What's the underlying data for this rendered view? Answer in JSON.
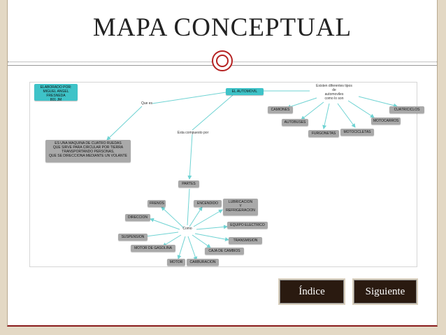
{
  "slide": {
    "title": "MAPA CONCEPTUAL"
  },
  "map": {
    "nodes": {
      "author": "ELABORADO POR:\nMIGUEL ANGEL FRESNEDA\n801 JM",
      "main": "EL AUTOMOVIL",
      "definition": "ES UNA MAQUINA DE CUATRO RUEDAS\nQUE SIRVE PARA CIRCULAR POR TIERRA\nTRANSPORTANDO PERSONAS,\nQUE SE DIRECCIONA MEDIANTE UN VOLANTE",
      "partes": "PARTES",
      "camiones": "CAMIONES",
      "autobuses": "AUTOBUSES",
      "furgonetas": "FURGONETAS",
      "motocicletas": "MOTOCICLETAS",
      "motocarros": "MOTOCARROS",
      "cuatriciclos": "CUATRICICLOS",
      "frenos": "FRENOS",
      "encendido": "ENCENDIDO",
      "lubricacion": "LUBRICACION\nY\nREFRIGERACION",
      "direccion": "DIRECCION",
      "equipo": "EQUIPO ELECTRICO",
      "suspension": "SUSPENSION",
      "transmision": "TRANSMISION",
      "motor_gasolina": "MOTOR DE GASOLINA",
      "caja": "CAJA DE CAMBIOS",
      "motor": "MOTOR",
      "carburacion": "CARBURACION"
    },
    "labels": {
      "que_es": "Que es",
      "compuesto": "Esta compuesto por",
      "tipos": "Existen diferentes tipos\nde\nautomoviles\ncomo lo son",
      "como": "Como"
    },
    "line_color": "#6fd3d3"
  },
  "buttons": {
    "indice": "Índice",
    "siguiente": "Siguiente"
  }
}
